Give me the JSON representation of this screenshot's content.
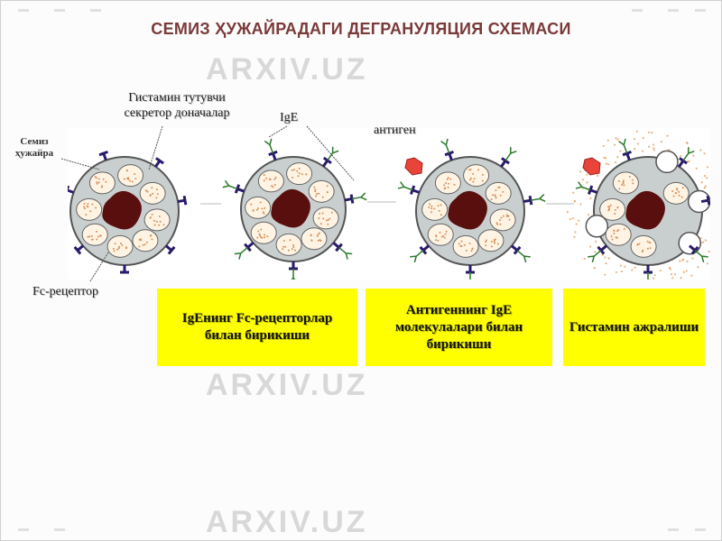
{
  "title": "СЕМИЗ ҲУЖАЙРАДАГИ  ДЕГРАНУЛЯЦИЯ СХЕМАСИ",
  "watermark": "ARXIV.UZ",
  "labels": {
    "histamine_granules": "Гистамин тутувчи\nсекретор доначалар",
    "ige": "IgE",
    "antigen": "антиген",
    "mast_cell": "Семиз\nҳужайра",
    "fc_receptor": "Fc-рецептор"
  },
  "steps": [
    {
      "label": "IgEнинг Fc-рецепторлар билан бирикиши"
    },
    {
      "label": "Антигеннинг IgE молекулалари билан бирикиши"
    },
    {
      "label": "Гистамин ажралиши"
    }
  ],
  "colors": {
    "title": "#7a3a3a",
    "cell_fill": "#c9cfcf",
    "nucleus": "#5a0f0f",
    "granule": "#fff4e4",
    "receptor": "#2a1a6a",
    "ige_stem": "#2b7a2b",
    "antigen": "#e8443a",
    "step_box": "#ffff00"
  }
}
